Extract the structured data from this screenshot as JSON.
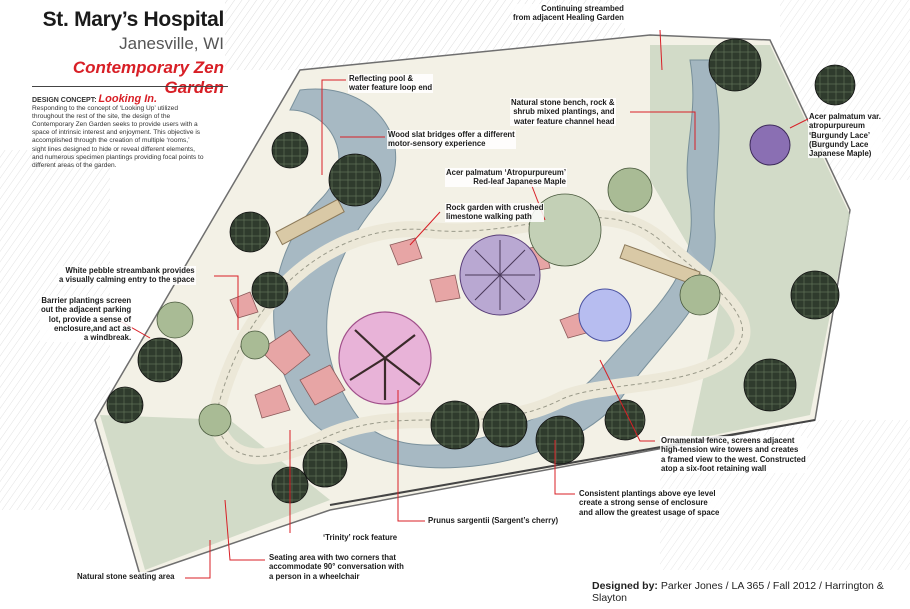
{
  "header": {
    "title": "St. Mary’s Hospital",
    "location": "Janesville, WI",
    "subtitle": "Contemporary Zen Garden"
  },
  "concept": {
    "heading": "DESIGN CONCEPT:",
    "accent": "Looking In.",
    "body": "Responding to the concept of ‘Looking Up’ utilized throughout the rest of the site, the design of the Contemporary Zen Garden seeks to provide users with a space of intrinsic interest and enjoyment. This objective is accomplished through the creation of multiple ‘rooms,’ sight lines designed to hide or reveal different elements, and numerous specimen plantings providing focal points to different areas of the garden."
  },
  "callouts": {
    "reflecting_pool": "Reflecting pool &\nwater feature loop end",
    "wood_bridges": "Wood slat bridges offer a different\nmotor-sensory experience",
    "streambed": "Continuing streambed\nfrom adjacent Healing Garden",
    "stone_bench": "Natural stone bench, rock &\nshrub mixed plantings, and\nwater feature channel head",
    "acer_burgundy": "Acer palmatum var.\natropurpureum\n‘Burgundy Lace’\n(Burgundy Lace\nJapanese Maple)",
    "acer_redleaf": "Acer palmatum ‘Atropurpureum’\nRed-leaf Japanese Maple",
    "rock_garden": "Rock garden with crushed\nlimestone walking path",
    "pebble": "White pebble streambank provides\na visually calming entry to the space",
    "barrier": "Barrier plantings screen\nout the adjacent parking\nlot, provide a sense of\nenclosure,and act as\na windbreak.",
    "fence": "Ornamental fence, screens adjacent\nhigh-tension wire towers and creates\na framed view to the west.  Constructed\natop a six-foot retaining wall",
    "consistent": "Consistent plantings above eye level\ncreate a strong sense of enclosure\nand allow the greatest usage of space",
    "prunus": "Prunus sargentii (Sargent’s cherry)",
    "trinity": "‘Trinity’ rock feature",
    "seating": "Seating area with two corners that\naccommodate 90° conversation with\na person in a wheelchair",
    "natural_seating": "Natural stone seating area"
  },
  "credit": {
    "label": "Designed by:",
    "text": "Parker Jones / LA 365 / Fall 2012 / Harrington & Slayton"
  },
  "colors": {
    "accent_red": "#d81f26",
    "water": "#9fb3c0",
    "path": "#ece8d8",
    "tree_dark": "#2e3a2c",
    "rock": "#e7a5a5",
    "maple_purple": "#8a6fb3",
    "cherry_pink": "#e8b3d8"
  }
}
